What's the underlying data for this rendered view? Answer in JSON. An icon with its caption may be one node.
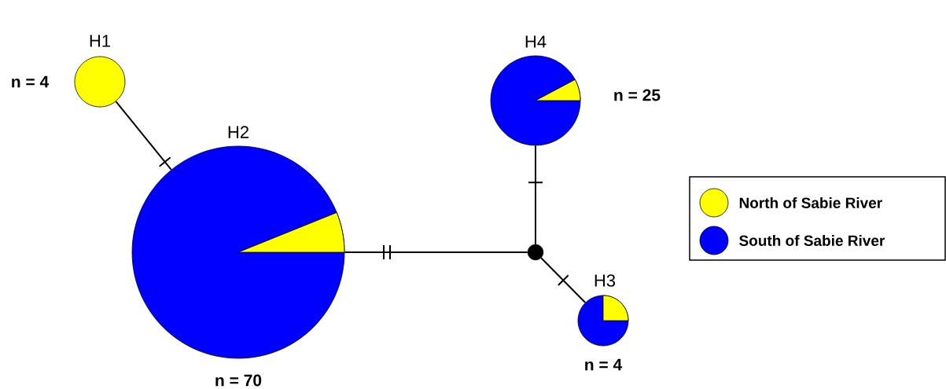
{
  "diagram": {
    "nodes": [
      {
        "text": [
          "H1"
        ],
        "beside": [
          "n = 4"
        ]
      },
      {
        "text": [
          "H2"
        ],
        "beside": [
          "n = 70"
        ]
      },
      {
        "text": [
          "H4"
        ],
        "beside": [
          "n = 25"
        ]
      },
      {
        "text": [],
        "shape": "circle"
      },
      {
        "text": [
          "H3"
        ],
        "beside": [
          "n = 4"
        ]
      }
    ],
    "edges": [
      {
        "from": 0,
        "to": 1,
        "arrow": "none"
      },
      {
        "from": 1,
        "to": 3,
        "arrow": "none"
      },
      {
        "from": 3,
        "to": 2,
        "arrow": "none"
      },
      {
        "from": 3,
        "to": 4,
        "arrow": "none"
      }
    ],
    "legend": [
      {
        "text": "North of Sabie River",
        "color": "#ffff00"
      },
      {
        "text": "South of Sabie River",
        "color": "#0000ff"
      }
    ]
  }
}
